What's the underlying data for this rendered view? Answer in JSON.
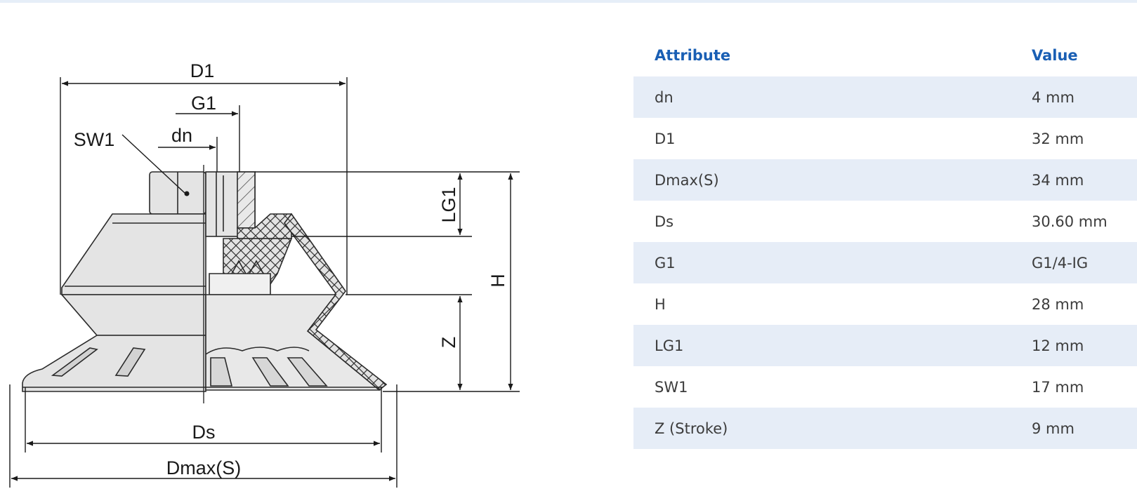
{
  "drawing": {
    "labels": {
      "d1": "D1",
      "g1": "G1",
      "sw1": "SW1",
      "dn": "dn",
      "lg1": "LG1",
      "h": "H",
      "z": "Z",
      "ds": "Ds",
      "dmax": "Dmax(S)"
    }
  },
  "table": {
    "headers": {
      "attribute": "Attribute",
      "value": "Value"
    },
    "rows": [
      {
        "attribute": "dn",
        "value": "4 mm"
      },
      {
        "attribute": "D1",
        "value": "32 mm"
      },
      {
        "attribute": "Dmax(S)",
        "value": "34 mm"
      },
      {
        "attribute": "Ds",
        "value": "30.60 mm"
      },
      {
        "attribute": "G1",
        "value": "G1/4-IG"
      },
      {
        "attribute": "H",
        "value": "28 mm"
      },
      {
        "attribute": "LG1",
        "value": "12 mm"
      },
      {
        "attribute": "SW1",
        "value": "17 mm"
      },
      {
        "attribute": "Z (Stroke)",
        "value": "9 mm"
      }
    ]
  }
}
